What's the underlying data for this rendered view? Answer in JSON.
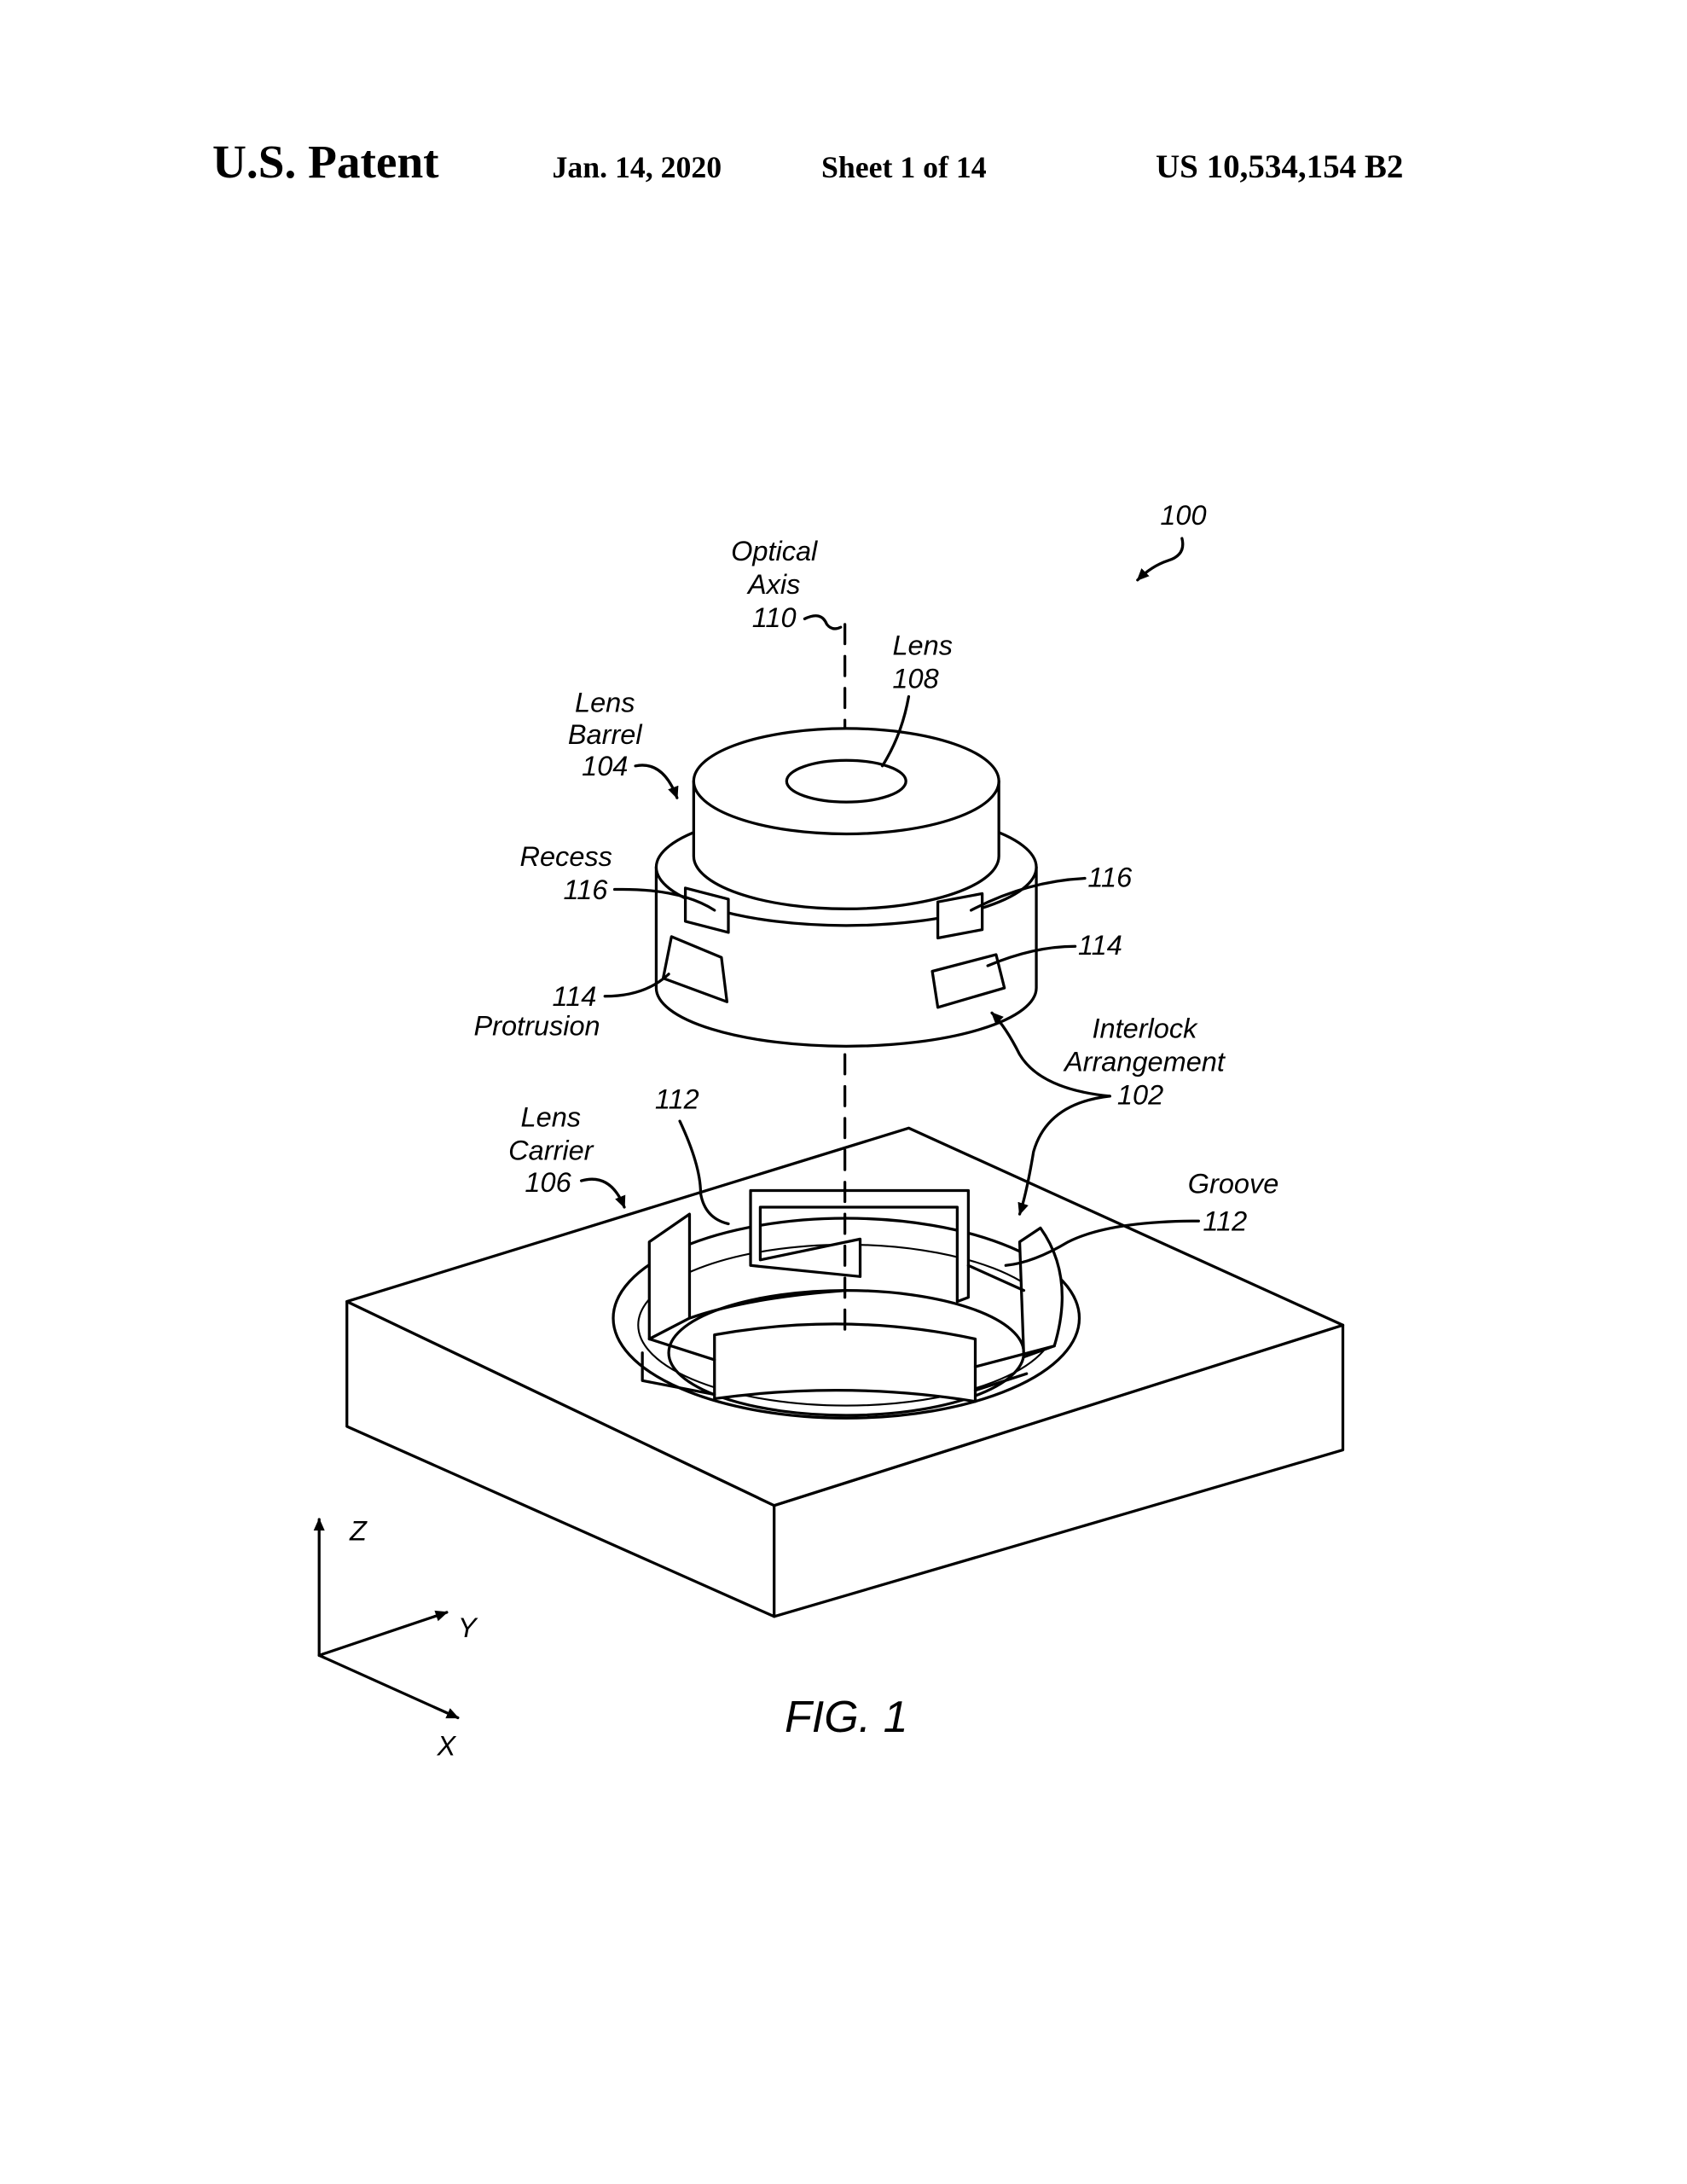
{
  "header": {
    "title": "U.S. Patent",
    "date": "Jan. 14, 2020",
    "sheet": "Sheet 1 of 14",
    "patent_number": "US 10,534,154 B2"
  },
  "figure": {
    "ref_100": "100",
    "optical_axis": [
      "Optical",
      "Axis",
      "110"
    ],
    "lens": [
      "Lens",
      "108"
    ],
    "lens_barrel": [
      "Lens",
      "Barrel",
      "104"
    ],
    "recess": [
      "Recess",
      "116"
    ],
    "ref_116_right": "116",
    "ref_114_right": "114",
    "protrusion": [
      "114",
      "Protrusion"
    ],
    "interlock": [
      "Interlock",
      "Arrangement",
      "102"
    ],
    "lens_carrier": [
      "Lens",
      "Carrier",
      "106"
    ],
    "ref_112_top": "112",
    "groove": [
      "Groove",
      "112"
    ],
    "axes": {
      "z": "Z",
      "y": "Y",
      "x": "X"
    },
    "caption": "FIG. 1"
  }
}
